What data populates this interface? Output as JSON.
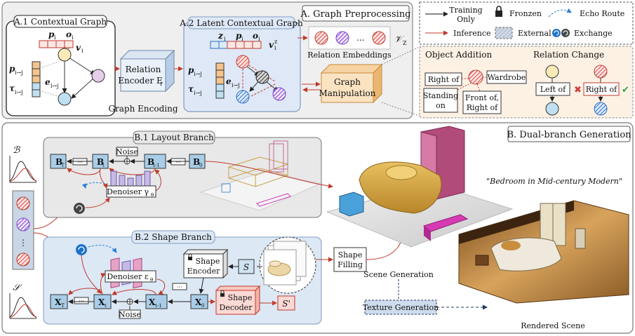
{
  "section_a": {
    "title": "A. Graph Preprocessing",
    "a1_title": "A.1 Contextual Graph",
    "a2_title": "A.2 Latent Contextual Graph",
    "p_i": "p",
    "o_i": "o",
    "v_i": "v",
    "z_i": "z",
    "p_edge": "p",
    "tau_edge": "τ",
    "e_edge": "e",
    "i_sub": "i",
    "ij_sub": "i→j",
    "z_sup": "z",
    "relation_encoder_line1": "Relation",
    "relation_encoder_line2": "Encoder E",
    "relation_encoder_sub": "r",
    "graph_encoding": "Graph Encoding",
    "graph_manipulation_line1": "Graph",
    "graph_manipulation_line2": "Manipulation",
    "relation_embeddings": "Relation Embeddings",
    "embed_dots": "...",
    "vz_symbol": "𝒱",
    "vz_sub": "Z"
  },
  "legend": {
    "training_only_line1": "Training",
    "training_only_line2": "Only",
    "frozen": "Fronzen",
    "echo_route": "Echo Route",
    "inference": "Inference",
    "external": "External",
    "exchange": "Exchange"
  },
  "examples": {
    "object_addition": "Object Addition",
    "relation_change": "Relation Change",
    "right_of": "Right of",
    "wardrobe": "Wardrobe",
    "standing_on_line1": "Standing",
    "standing_on_line2": "on",
    "front_of_line1": "Front of,",
    "front_of_line2": "Right of",
    "left_of": "Left of",
    "right_of_2": "Right of"
  },
  "section_b": {
    "title": "B. Dual-branch Generation",
    "b1_title": "B.1 Layout Branch",
    "b2_title": "B.2 Shape Branch",
    "layout_symbol": "ℬ",
    "shape_symbol": "𝒮",
    "noise_top": "Noise",
    "noise_bottom": "Noise",
    "b_T": "B",
    "b_t": "B",
    "b_t1": "B",
    "b_0": "B",
    "x_T": "X",
    "x_t": "X",
    "x_t1": "X",
    "x_0": "X",
    "sub_T": "T",
    "sub_t": "t",
    "sub_t1": "t-1",
    "sub_0": "0",
    "ellipsis": "···",
    "denoiser_layout": "Denoiser γ",
    "denoiser_layout_sub": "θ",
    "denoiser_shape": "Denoiser ε",
    "denoiser_shape_sub": "θ",
    "shape_encoder_line1": "Shape",
    "shape_encoder_line2": "Encoder",
    "shape_decoder_line1": "Shape",
    "shape_decoder_line2": "Decoder",
    "s_symbol": "S",
    "s_prime_symbol": "S'",
    "shape_filling_line1": "Shape",
    "shape_filling_line2": "Filling",
    "scene_generation": "Scene Generation",
    "texture_generation": "Texture Generation",
    "rendered_scene": "Rendered Scene",
    "prompt": "\"Bedroom in Mid-century Modern\"",
    "vdots": "⋮"
  }
}
